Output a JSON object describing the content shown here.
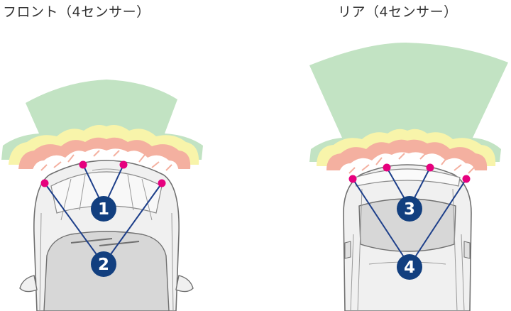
{
  "titles": {
    "front": "フロント（4センサー）",
    "rear": "リア（4センサー）"
  },
  "badges": [
    "1",
    "2",
    "3",
    "4"
  ],
  "colors": {
    "zone_outer": "#c2e3c3",
    "zone_yellow": "#f8f4aa",
    "zone_salmon": "#f4b0a0",
    "sensor": "#e6007e",
    "line": "#1d3f8a",
    "badge": "#123f7f",
    "car_body": "#f0f0f0",
    "car_glass": "#d7d7d7",
    "car_line": "#707070"
  }
}
